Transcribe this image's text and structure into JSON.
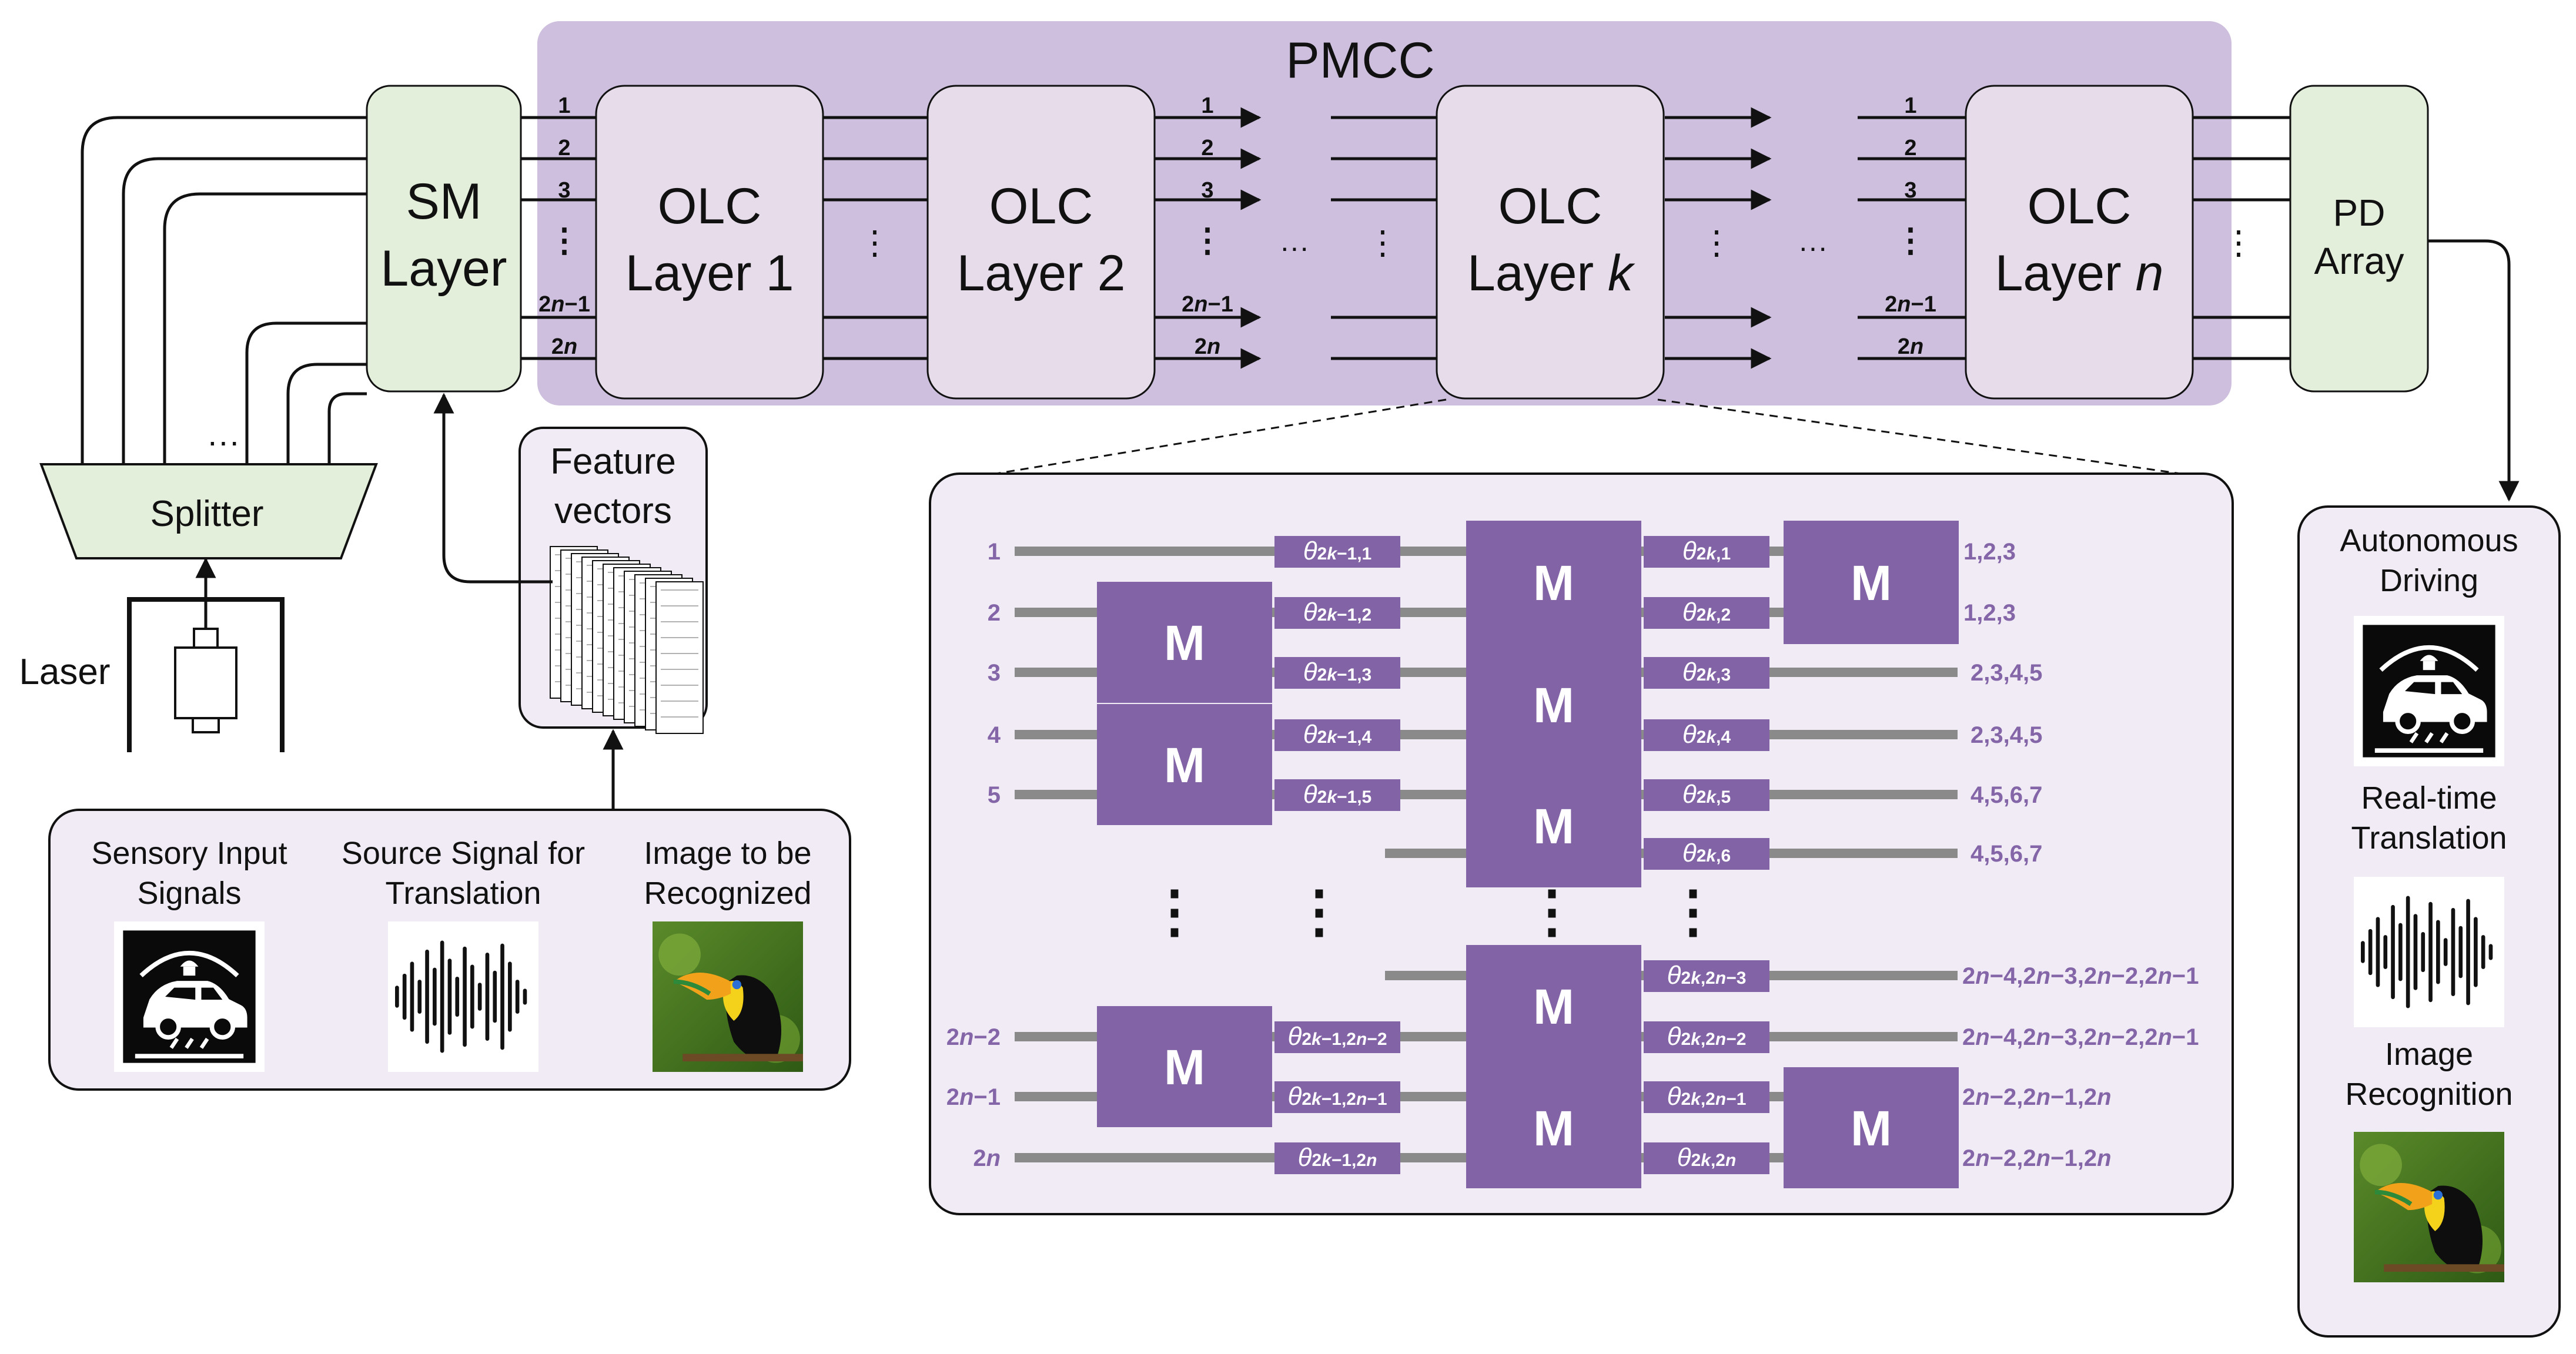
{
  "colors": {
    "pmcc_fill": "#cdbfdd",
    "olc_fill": "#e6dcea",
    "green_fill": "#e4efdb",
    "panel_fill": "#f0ebf4",
    "m_fill": "#8264a6",
    "label_purple": "#8466a8",
    "wire_gray": "#8a8a8a",
    "line_black": "#111111"
  },
  "pmcc": {
    "title": "PMCC"
  },
  "sm_layer": {
    "line1": "SM",
    "line2": "Layer"
  },
  "olc_layers": [
    {
      "line1": "OLC",
      "line2_prefix": "Layer ",
      "line2_index": "1",
      "index_italic": false
    },
    {
      "line1": "OLC",
      "line2_prefix": "Layer ",
      "line2_index": "2",
      "index_italic": false
    },
    {
      "line1": "OLC",
      "line2_prefix": "Layer ",
      "line2_index": "k",
      "index_italic": true
    },
    {
      "line1": "OLC",
      "line2_prefix": "Layer ",
      "line2_index": "n",
      "index_italic": true
    }
  ],
  "pd_array": {
    "line1": "PD",
    "line2": "Array"
  },
  "port_labels": [
    "1",
    "2",
    "3",
    "⋮",
    "2n−1",
    "2n"
  ],
  "ellipsis_h": "···",
  "ellipsis_v": "⋮",
  "splitter": {
    "label": "Splitter",
    "dots": "···"
  },
  "laser": {
    "label": "Laser"
  },
  "feature_vectors": {
    "line1": "Feature",
    "line2": "vectors"
  },
  "inputs_panel": {
    "items": [
      {
        "line1": "Sensory Input",
        "line2": "Signals",
        "icon": "car-sensor-icon"
      },
      {
        "line1": "Source Signal for",
        "line2": "Translation",
        "icon": "waveform-icon"
      },
      {
        "line1": "Image to be",
        "line2": "Recognized",
        "icon": "toucan-image"
      }
    ]
  },
  "outputs_panel": {
    "items": [
      {
        "line1": "Autonomous",
        "line2": "Driving",
        "icon": "car-sensor-icon"
      },
      {
        "line1": "Real-time",
        "line2": "Translation",
        "icon": "waveform-icon"
      },
      {
        "line1": "Image",
        "line2": "Recognition",
        "icon": "toucan-image"
      }
    ]
  },
  "detail": {
    "m_label": "M",
    "left_ports": [
      "1",
      "2",
      "3",
      "4",
      "5",
      "2n−2",
      "2n−1",
      "2n"
    ],
    "phases_col1": [
      "θ2k−1,1",
      "θ2k−1,2",
      "θ2k−1,3",
      "θ2k−1,4",
      "θ2k−1,5",
      "θ2k−1,2n−2",
      "θ2k−1,2n−1",
      "θ2k−1,2n"
    ],
    "phases_col2": [
      "θ2k,1",
      "θ2k,2",
      "θ2k,3",
      "θ2k,4",
      "θ2k,5",
      "θ2k,6",
      "θ2k,2n−3",
      "θ2k,2n−2",
      "θ2k,2n−1",
      "θ2k,2n"
    ],
    "right_labels": [
      "1,2,3",
      "1,2,3",
      "2,3,4,5",
      "2,3,4,5",
      "4,5,6,7",
      "4,5,6,7",
      "2n−4,2n−3,2n−2,2n−1",
      "2n−4,2n−3,2n−2,2n−1",
      "2n−2,2n−1,2n",
      "2n−2,2n−1,2n"
    ]
  }
}
